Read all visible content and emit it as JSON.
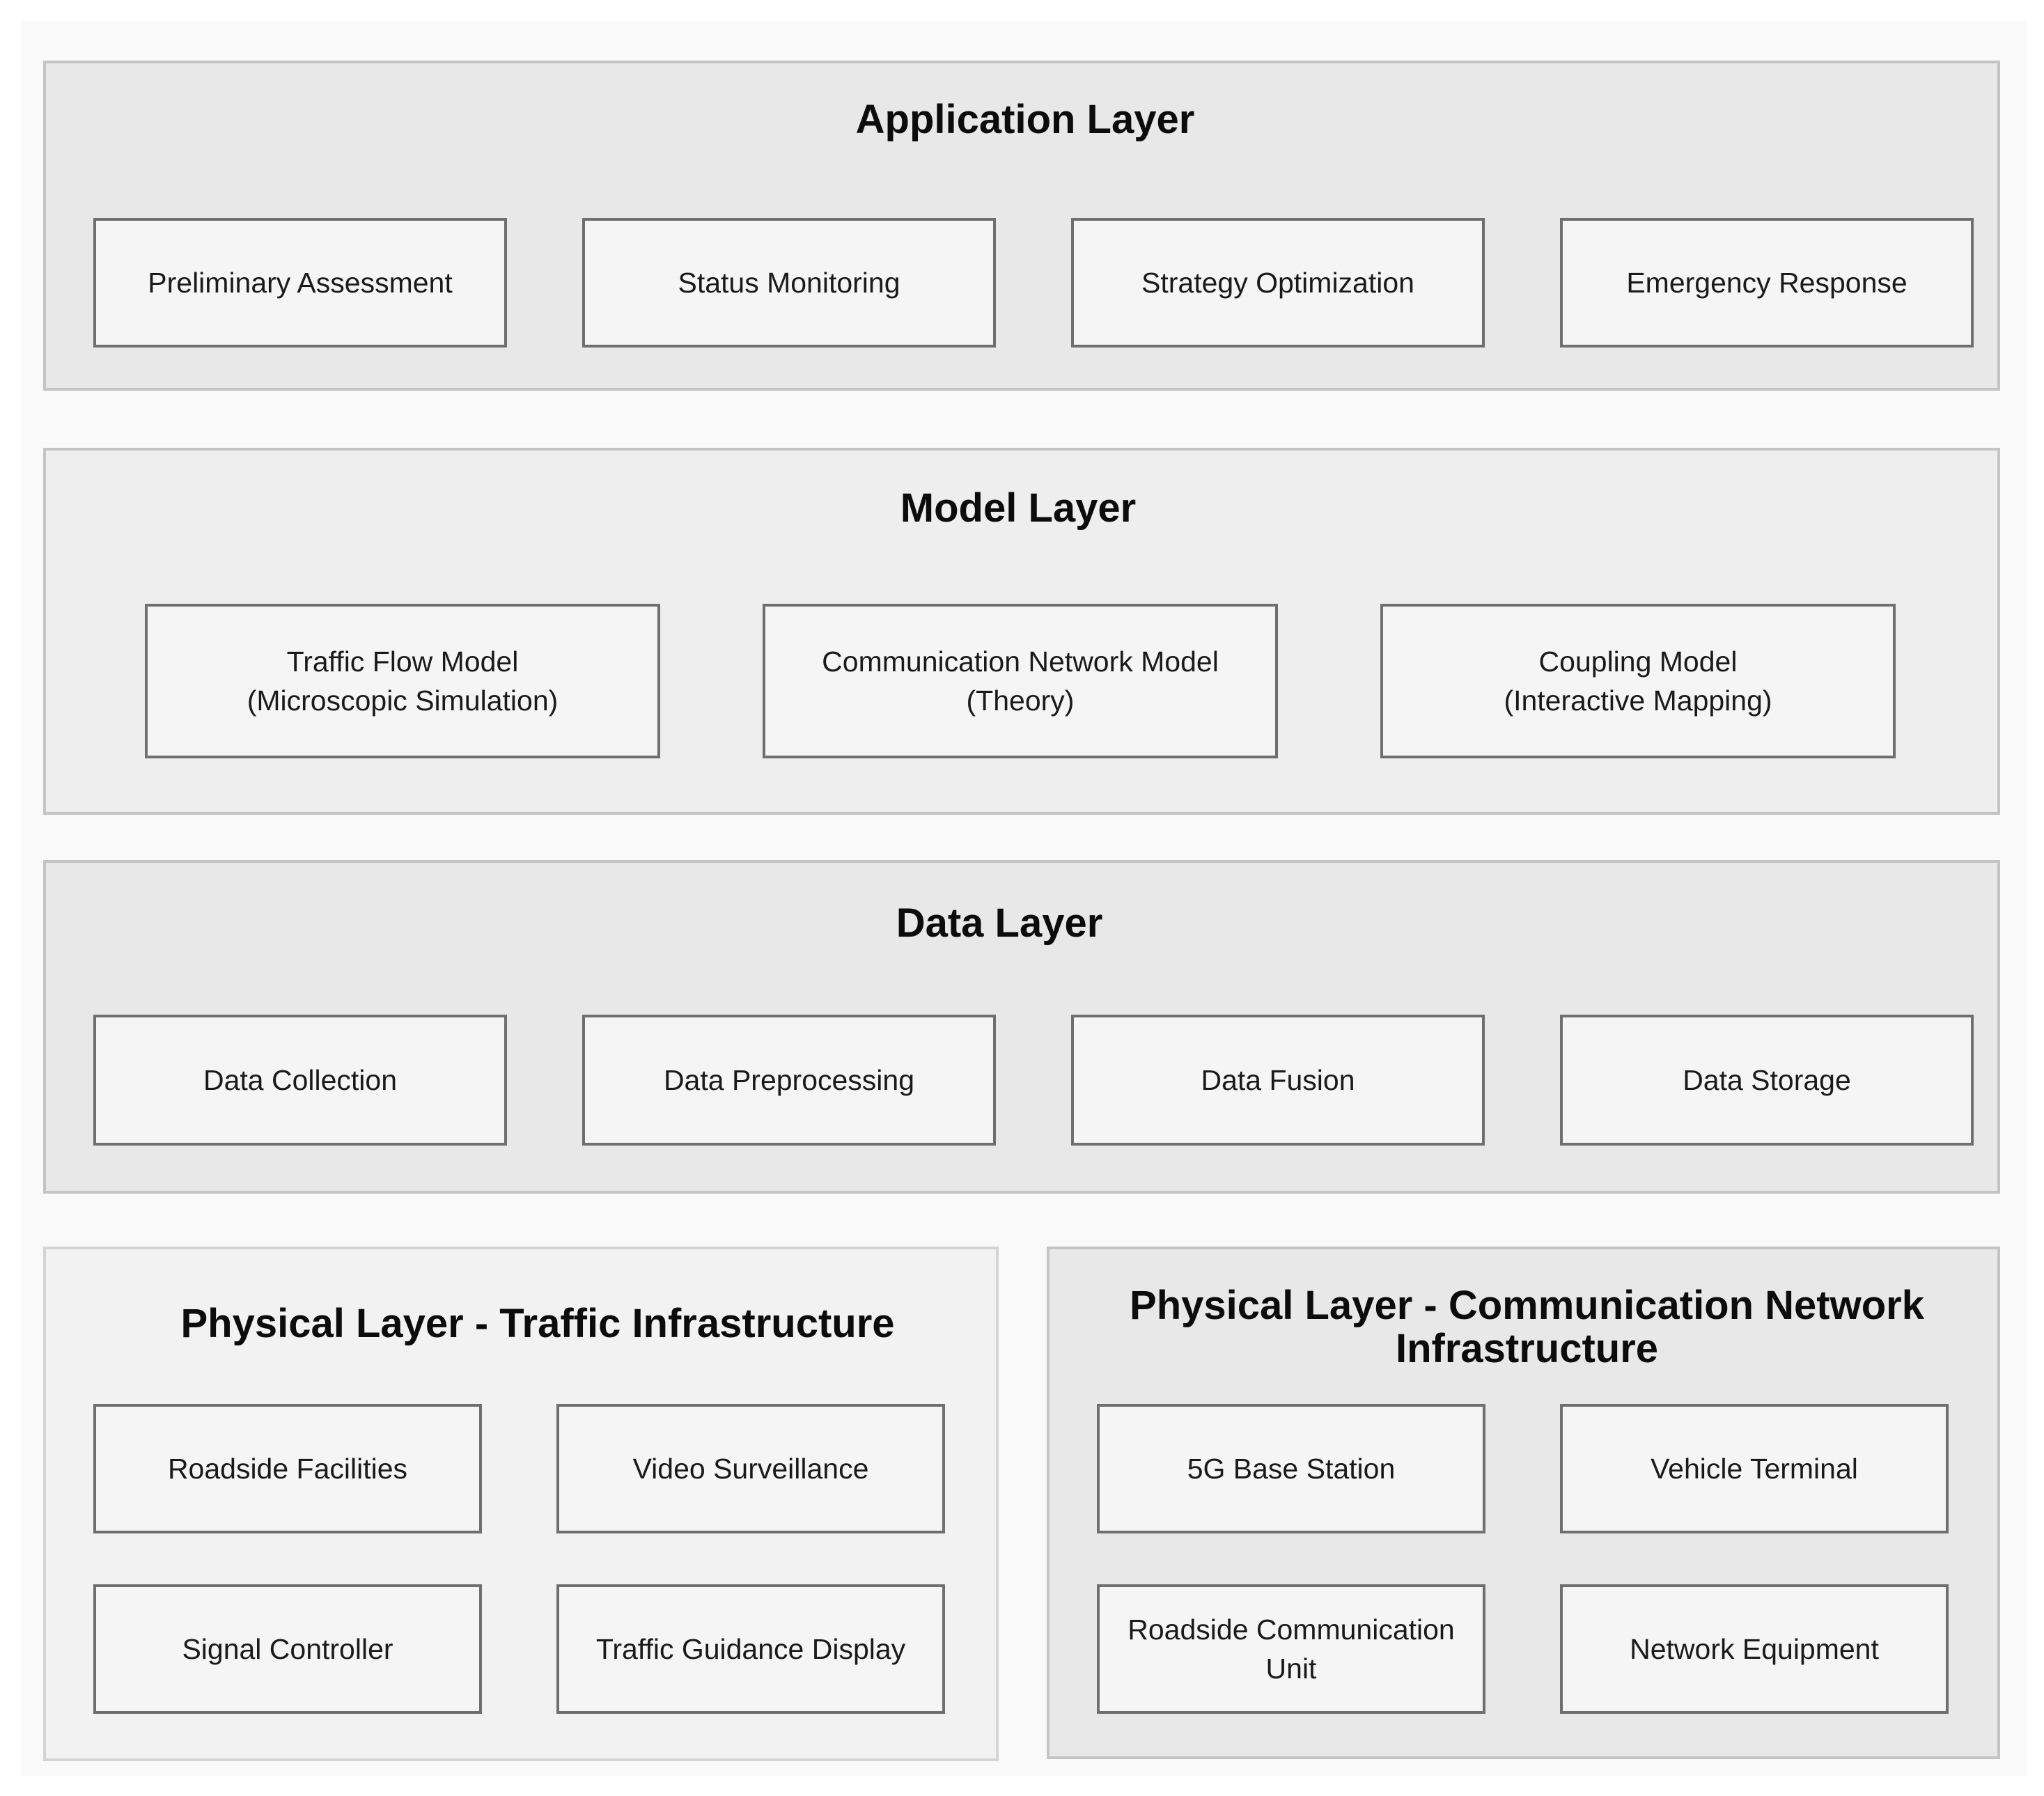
{
  "application_layer": {
    "title": "Application Layer",
    "items": [
      {
        "line1": "Preliminary Assessment",
        "line2": ""
      },
      {
        "line1": "Status Monitoring",
        "line2": ""
      },
      {
        "line1": "Strategy Optimization",
        "line2": ""
      },
      {
        "line1": "Emergency Response",
        "line2": ""
      }
    ]
  },
  "model_layer": {
    "title": "Model Layer",
    "items": [
      {
        "line1": "Traffic Flow Model",
        "line2": "(Microscopic Simulation)"
      },
      {
        "line1": "Communication Network Model",
        "line2": "(Theory)"
      },
      {
        "line1": "Coupling Model",
        "line2": "(Interactive Mapping)"
      }
    ]
  },
  "data_layer": {
    "title": "Data Layer",
    "items": [
      {
        "line1": "Data Collection",
        "line2": ""
      },
      {
        "line1": "Data Preprocessing",
        "line2": ""
      },
      {
        "line1": "Data Fusion",
        "line2": ""
      },
      {
        "line1": "Data Storage",
        "line2": ""
      }
    ]
  },
  "physical_traffic_layer": {
    "title": "Physical Layer - Traffic Infrastructure",
    "items": [
      {
        "line1": "Roadside Facilities",
        "line2": ""
      },
      {
        "line1": "Video Surveillance",
        "line2": ""
      },
      {
        "line1": "Signal Controller",
        "line2": ""
      },
      {
        "line1": "Traffic Guidance Display",
        "line2": ""
      }
    ]
  },
  "physical_comm_layer": {
    "title_line1": "Physical Layer - Communication Network",
    "title_line2": "Infrastructure",
    "items": [
      {
        "line1": "5G Base Station",
        "line2": ""
      },
      {
        "line1": "Vehicle Terminal",
        "line2": ""
      },
      {
        "line1": "Roadside Communication",
        "line2": "Unit"
      },
      {
        "line1": "Network Equipment",
        "line2": ""
      }
    ]
  }
}
